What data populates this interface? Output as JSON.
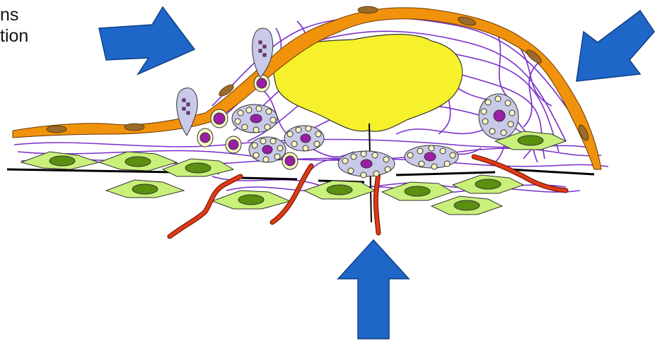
{
  "caption": {
    "line1": "ns",
    "line2": "tion"
  },
  "colors": {
    "arrow": "#1f66c9",
    "arrow_stroke": "#0f3f86",
    "capsule": "#f1920d",
    "capsule_nuclei": "#9a6b2b",
    "necrotic_core": "#f6f12a",
    "fibers": "#7a2ec8",
    "smooth_muscle": "#c9f07a",
    "smooth_muscle_nucleus": "#5a8f10",
    "vessels": "#e03a16",
    "foam_cell": "#c9c9e8",
    "foam_cell_nucleus": "#9b1ea8",
    "membrane": "#000000"
  },
  "icons": {
    "arrow_top_left": "arrow-down-right",
    "arrow_top_right": "arrow-down-left",
    "arrow_bottom": "arrow-up"
  }
}
